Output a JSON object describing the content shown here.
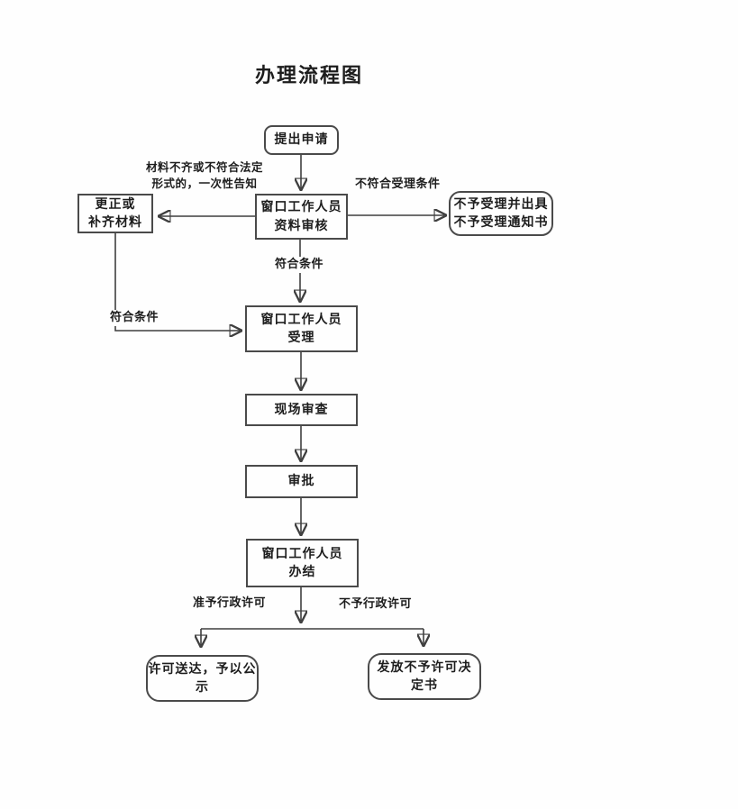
{
  "page": {
    "title": "办理流程图"
  },
  "nodes": {
    "start": {
      "label": "提出申请"
    },
    "review": {
      "line1": "窗口工作人员",
      "line2": "资料审核"
    },
    "correct": {
      "line1": "更正或",
      "line2": "补齐材料"
    },
    "reject": {
      "line1": "不予受理并出具",
      "line2": "不予受理通知书"
    },
    "accept": {
      "line1": "窗口工作人员",
      "line2": "受理"
    },
    "onsite": {
      "label": "现场审查"
    },
    "approve": {
      "label": "审批"
    },
    "complete": {
      "line1": "窗口工作人员",
      "line2": "办结"
    },
    "deliver": {
      "line1": "许可送达，予以公",
      "line2": "示"
    },
    "issue": {
      "line1": "发放不予许可决",
      "line2": "定书"
    }
  },
  "edge_labels": {
    "incomplete": {
      "line1": "材料不齐或不符合法定",
      "line2": "形式的，一次性告知"
    },
    "not_meet": "不符合受理条件",
    "meet_center": "符合条件",
    "meet_left": "符合条件",
    "grant": "准予行政许可",
    "no_grant": "不予行政许可"
  },
  "colors": {
    "line": "#3f3f3f",
    "border": "#4a4a4a",
    "text": "#1d1d1d",
    "background": "#fefefe"
  }
}
